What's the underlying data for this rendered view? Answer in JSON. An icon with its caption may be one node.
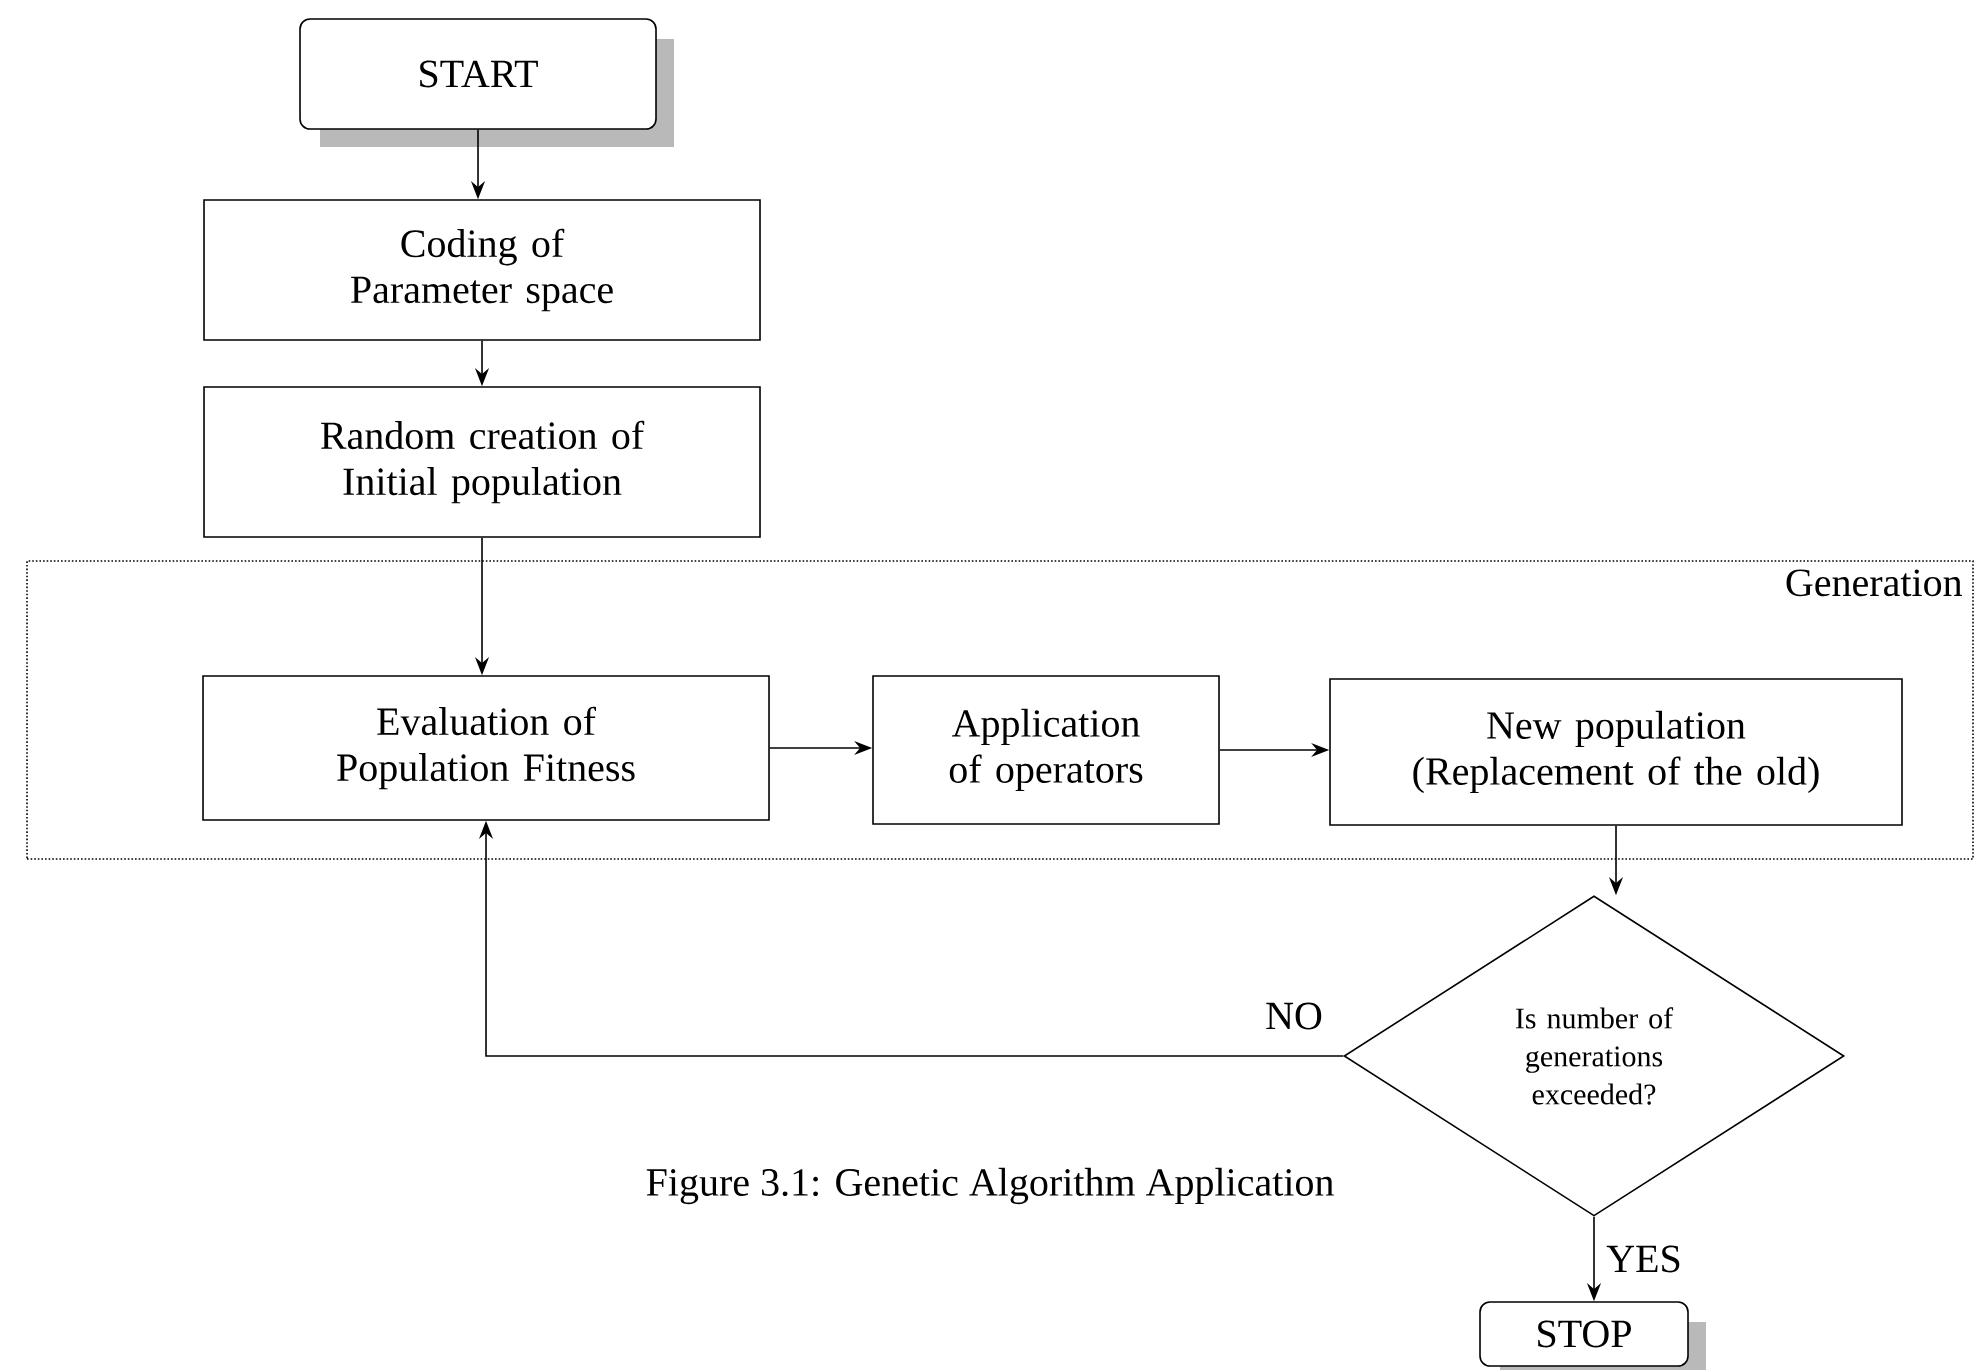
{
  "diagram": {
    "caption": "Figure 3.1: Genetic Algorithm Application",
    "nodes": [
      {
        "text": [
          "START"
        ]
      },
      {
        "text": [
          "Coding of Parameter space"
        ]
      },
      {
        "text": [
          "Random creation of Initial population"
        ]
      },
      {
        "text": [
          "Generation"
        ]
      },
      {
        "text": [
          "Evaluation of Population Fitness"
        ],
        "in": 3
      },
      {
        "text": [
          "Application of operators"
        ],
        "in": 3
      },
      {
        "text": [
          "New population (Replacement of the old)"
        ],
        "in": 3
      },
      {
        "text": [
          "Is number of generations exceeded?"
        ]
      },
      {
        "text": [
          "STOP"
        ]
      }
    ],
    "edges": [
      {
        "from": 0,
        "to": 1,
        "arrow": "to"
      },
      {
        "from": 1,
        "to": 2,
        "arrow": "to"
      },
      {
        "from": 2,
        "to": 4,
        "arrow": "to"
      },
      {
        "from": 4,
        "to": 5,
        "arrow": "to"
      },
      {
        "from": 5,
        "to": 6,
        "arrow": "to"
      },
      {
        "from": 6,
        "to": 7,
        "arrow": "to"
      },
      {
        "from": 7,
        "to": 4,
        "arrow": "to",
        "label": "NO"
      },
      {
        "from": 7,
        "to": 8,
        "arrow": "to",
        "label": "YES"
      }
    ]
  }
}
